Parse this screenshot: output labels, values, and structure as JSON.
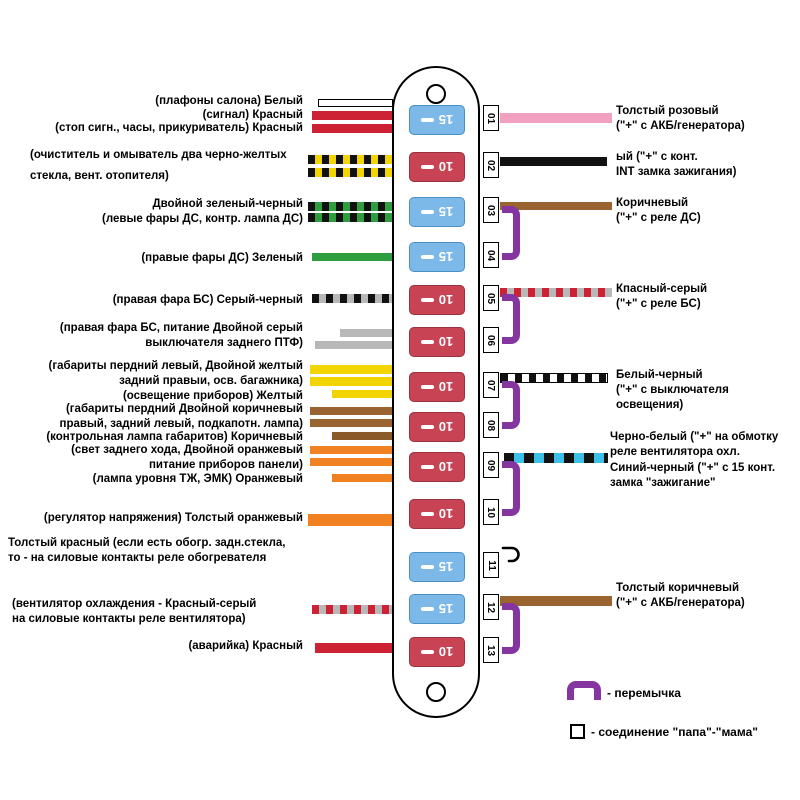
{
  "fuses": [
    {
      "rating": "15",
      "color": "blue"
    },
    {
      "rating": "10",
      "color": "red"
    },
    {
      "rating": "15",
      "color": "blue"
    },
    {
      "rating": "15",
      "color": "blue"
    },
    {
      "rating": "10",
      "color": "red"
    },
    {
      "rating": "10",
      "color": "red"
    },
    {
      "rating": "10",
      "color": "red"
    },
    {
      "rating": "10",
      "color": "red"
    },
    {
      "rating": "10",
      "color": "red"
    },
    {
      "rating": "10",
      "color": "red"
    },
    {
      "rating": "15",
      "color": "blue"
    },
    {
      "rating": "15",
      "color": "blue"
    },
    {
      "rating": "10",
      "color": "red"
    }
  ],
  "pins": [
    "01",
    "02",
    "03",
    "04",
    "05",
    "06",
    "07",
    "08",
    "09",
    "10",
    "11",
    "12",
    "13"
  ],
  "left_labels": [
    {
      "lines": [
        "(плафоны салона) Белый"
      ]
    },
    {
      "lines": [
        "(сигнал) Красный"
      ]
    },
    {
      "lines": [
        "(стоп сигн., часы, прикуриватель) Красный"
      ]
    },
    {
      "lines": [
        "(очиститель и омыватель  два черно-желтых",
        "стекла, вент. отопителя)"
      ]
    },
    {
      "lines": [
        "Двойной зеленый-черный",
        "(левые фары ДС, контр. лампа ДС)"
      ]
    },
    {
      "lines": [
        "(правые фары ДС) Зеленый"
      ]
    },
    {
      "lines": [
        "(правая фара БС) Серый-черный"
      ]
    },
    {
      "lines": [
        "(правая фара БС, питание    Двойной серый",
        "выключателя заднего ПТФ)"
      ]
    },
    {
      "lines": [
        "(габариты пердний левый,    Двойной желтый",
        "задний правыи, осв. багажника)"
      ]
    },
    {
      "lines": [
        "(освещение приборов) Желтый"
      ]
    },
    {
      "lines": [
        "(габариты пердний    Двойной коричневый",
        "правый, задний левый, подкапотн. лампа)"
      ]
    },
    {
      "lines": [
        "(контрольная лампа габаритов) Коричневый"
      ]
    },
    {
      "lines": [
        "(свет заднего хода,    Двойной оранжевый",
        "питание приборов панели)"
      ]
    },
    {
      "lines": [
        "(лампа уровня ТЖ, ЭМК) Оранжевый"
      ]
    },
    {
      "lines": [
        "(регулятор напряжения) Толстый оранжевый"
      ]
    },
    {
      "lines": [
        "Толстый красный (если есть обогр. задн.стекла,",
        "то - на силовые контакты реле обогревателя"
      ]
    },
    {
      "lines": [
        "(вентилятор охлаждения -    Красный-серый",
        "на силовые контакты реле вентилятора)"
      ]
    },
    {
      "lines": [
        "(аварийка)  Красный"
      ]
    }
  ],
  "right_labels": [
    {
      "lines": [
        "Толстый розовый",
        "(\"+\" с АКБ/генератора)"
      ]
    },
    {
      "lines": [
        "ый (\"+\" с конт.",
        "INT замка зажигания)"
      ]
    },
    {
      "lines": [
        "Коричневый",
        "(\"+\" с реле ДС)"
      ]
    },
    {
      "lines": [
        "Кпасный-серый",
        "(\"+\" с реле БС)"
      ]
    },
    {
      "lines": [
        "Белый-черный",
        "(\"+\" с выключателя",
        "освещения)"
      ]
    },
    {
      "lines": [
        "Черно-белый (\"+\" на обмотку",
        "реле вентилятора охл."
      ]
    },
    {
      "lines": [
        "Синий-черный (\"+\" с 15 конт.",
        "замка \"зажигание\""
      ]
    },
    {
      "lines": [
        "Толстый коричневый",
        "(\"+\" с АКБ/генератора)"
      ]
    }
  ],
  "legend": {
    "jumper": "- перемычка",
    "connector": "- соединение \"папа\"-\"мама\""
  },
  "wire_colors": {
    "white": "#ffffff",
    "red": "#cc2233",
    "yellow": "#f2d400",
    "black": "#111111",
    "green": "#2f9e3f",
    "gray": "#b8b8b8",
    "brown": "#9a6430",
    "dark_brown": "#8a5a28",
    "orange": "#f08020",
    "pink": "#f2a0c0",
    "cyan": "#3cc0e8",
    "jumper_purple": "#8435a0",
    "fuse_blue": "#7db9e8",
    "fuse_red": "#c84354"
  }
}
